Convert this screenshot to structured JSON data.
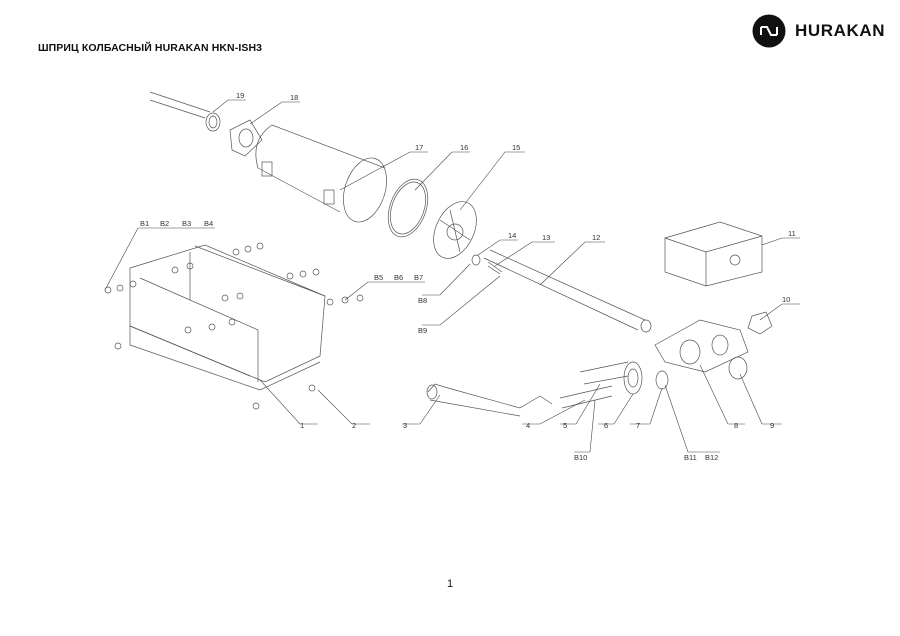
{
  "document": {
    "title": "ШПРИЦ КОЛБАСНЫЙ HURAKAN HKN-ISH3",
    "brand": "HURAKAN",
    "page_number": "1"
  },
  "callouts": {
    "c1": "1",
    "c2": "2",
    "c3": "3",
    "c4": "4",
    "c5": "5",
    "c6": "6",
    "c7": "7",
    "c8": "8",
    "c9": "9",
    "c10": "10",
    "c11": "11",
    "c12": "12",
    "c13": "13",
    "c14": "14",
    "c15": "15",
    "c16": "16",
    "c17": "17",
    "c18": "18",
    "c19": "19",
    "b1": "B1",
    "b2": "B2",
    "b3": "B3",
    "b4": "B4",
    "b5": "B5",
    "b6": "B6",
    "b7": "B7",
    "b8": "B8",
    "b9": "B9",
    "b10": "B10",
    "b11": "B11",
    "b12": "B12"
  }
}
